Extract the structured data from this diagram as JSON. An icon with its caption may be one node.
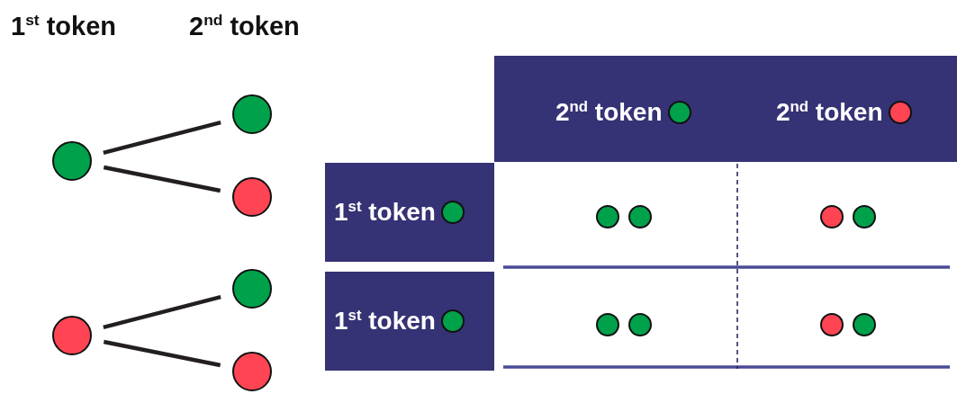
{
  "diagram": {
    "nodes": [
      {
        "text": [],
        "shape": "circle"
      },
      {
        "text": [],
        "shape": "circle"
      },
      {
        "text": [],
        "shape": "circle"
      },
      {
        "text": [],
        "shape": "circle"
      },
      {
        "text": [],
        "shape": "circle"
      },
      {
        "text": [],
        "shape": "circle"
      },
      {
        "text": [
          "2$^{nd}$ token",
          "2$^{nd}$ token"
        ]
      },
      {
        "text": [
          "1$^{st}$ token"
        ]
      },
      {
        "text": [
          "1$^{st}$ token"
        ]
      }
    ],
    "edges": [
      {
        "from": 0,
        "to": 1,
        "arrow": "none"
      },
      {
        "from": 0,
        "to": 2,
        "arrow": "none"
      },
      {
        "from": 3,
        "to": 4,
        "arrow": "none"
      },
      {
        "from": 3,
        "to": 5,
        "arrow": "none"
      }
    ],
    "labels": [
      "1$^{st}$ token",
      "2$^{nd}$ token"
    ]
  }
}
